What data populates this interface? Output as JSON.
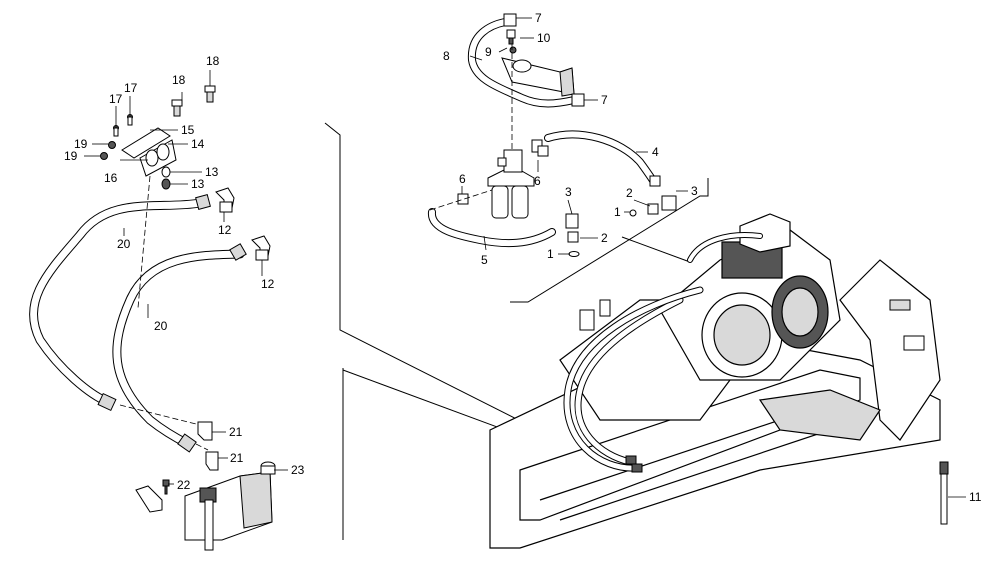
{
  "diagram": {
    "style": {
      "stroke": "#000000",
      "fill": "#ffffff",
      "shade": "#d9d9d9",
      "dark": "#555555"
    },
    "callouts": [
      {
        "id": "c1",
        "label": "1"
      },
      {
        "id": "c1b",
        "label": "1"
      },
      {
        "id": "c2",
        "label": "2"
      },
      {
        "id": "c2b",
        "label": "2"
      },
      {
        "id": "c3",
        "label": "3"
      },
      {
        "id": "c3b",
        "label": "3"
      },
      {
        "id": "c4",
        "label": "4"
      },
      {
        "id": "c5",
        "label": "5"
      },
      {
        "id": "c6",
        "label": "6"
      },
      {
        "id": "c6b",
        "label": "6"
      },
      {
        "id": "c7",
        "label": "7"
      },
      {
        "id": "c7b",
        "label": "7"
      },
      {
        "id": "c8",
        "label": "8"
      },
      {
        "id": "c9",
        "label": "9"
      },
      {
        "id": "c10",
        "label": "10"
      },
      {
        "id": "c11",
        "label": "11"
      },
      {
        "id": "c12",
        "label": "12"
      },
      {
        "id": "c12b",
        "label": "12"
      },
      {
        "id": "c13",
        "label": "13"
      },
      {
        "id": "c13b",
        "label": "13"
      },
      {
        "id": "c14",
        "label": "14"
      },
      {
        "id": "c15",
        "label": "15"
      },
      {
        "id": "c16",
        "label": "16"
      },
      {
        "id": "c17",
        "label": "17"
      },
      {
        "id": "c17b",
        "label": "17"
      },
      {
        "id": "c18",
        "label": "18"
      },
      {
        "id": "c18b",
        "label": "18"
      },
      {
        "id": "c19",
        "label": "19"
      },
      {
        "id": "c19b",
        "label": "19"
      },
      {
        "id": "c20",
        "label": "20"
      },
      {
        "id": "c20b",
        "label": "20"
      },
      {
        "id": "c21",
        "label": "21"
      },
      {
        "id": "c21b",
        "label": "21"
      },
      {
        "id": "c22",
        "label": "22"
      },
      {
        "id": "c23",
        "label": "23"
      }
    ]
  }
}
